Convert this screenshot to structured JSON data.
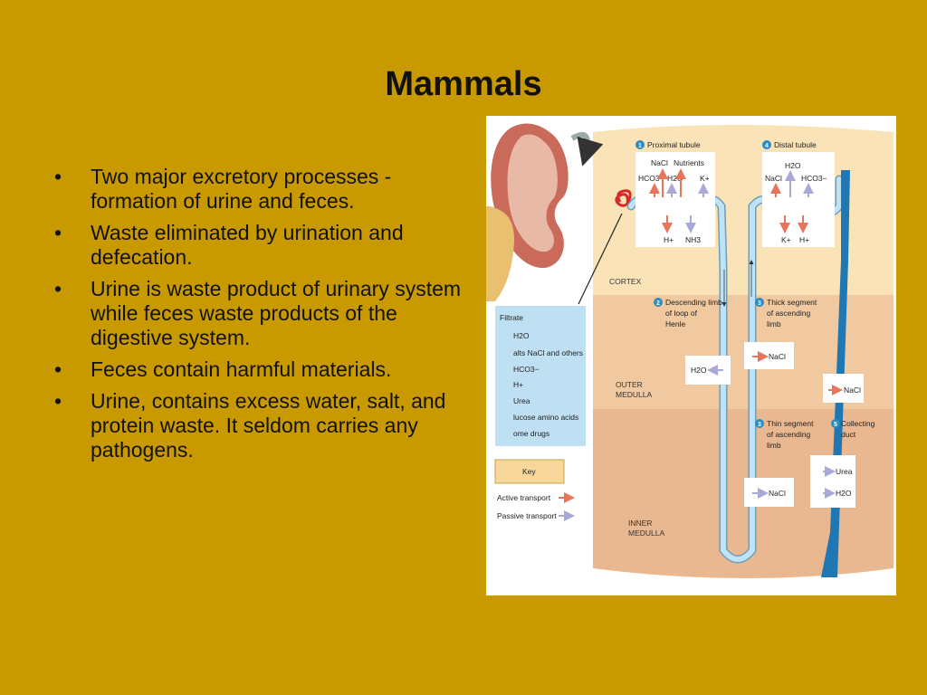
{
  "slide": {
    "title": "Mammals",
    "bullets": [
      "Two major excretory processes - formation of urine and feces.",
      "Waste eliminated by urination and defecation.",
      "Urine is waste product of urinary system while feces waste products of the digestive system.",
      "Feces contain harmful materials.",
      "Urine, contains excess water, salt, and protein waste. It seldom carries any pathogens."
    ]
  },
  "diagram": {
    "zones": {
      "cortex": "CORTEX",
      "outer_l1": "OUTER",
      "outer_l2": "MEDULLA",
      "inner_l1": "INNER",
      "inner_l2": "MEDULLA"
    },
    "steps": {
      "s1_num": "1",
      "s1_label": "Proximal tubule",
      "s2_num": "2",
      "s2_l1": "Descending limb",
      "s2_l2": "of loop of",
      "s2_l3": "Henle",
      "s3a_num": "3",
      "s3a_l1": "Thick segment",
      "s3a_l2": "of ascending",
      "s3a_l3": "limb",
      "s3b_num": "3",
      "s3b_l1": "Thin segment",
      "s3b_l2": "of ascending",
      "s3b_l3": "limb",
      "s4_num": "4",
      "s4_label": "Distal tubule",
      "s5_num": "5",
      "s5_l1": "Collecting",
      "s5_l2": "duct"
    },
    "proximal": {
      "nacl": "NaCl",
      "nutrients": "Nutrients",
      "hco3": "HCO3−",
      "h2o": "H2O",
      "k": "K+",
      "h": "H+",
      "nh3": "NH3"
    },
    "distal": {
      "h2o": "H2O",
      "nacl": "NaCl",
      "hco3": "HCO3−",
      "k": "K+",
      "h": "H+"
    },
    "descending": {
      "h2o": "H2O"
    },
    "thick": {
      "nacl": "NaCl"
    },
    "thin": {
      "nacl": "NaCl"
    },
    "collecting": {
      "nacl": "NaCl",
      "urea": "Urea",
      "h2o": "H2O"
    },
    "filtrate": {
      "title": "Filtrate",
      "items": [
        "H2O",
        "alts  NaCl and others",
        "HCO3−",
        "H+",
        "Urea",
        "lucose  amino acids",
        "ome drugs"
      ]
    },
    "key": {
      "title": "Key",
      "active": "Active transport",
      "passive": "Passive transport"
    },
    "colors": {
      "active": "#e8745a",
      "passive": "#a9a9d8",
      "tubule": "#9ccfe8",
      "duct": "#1f78b4",
      "cortex": "#fbe3b8",
      "outer": "#f0c9a0",
      "inner": "#eab890"
    }
  }
}
